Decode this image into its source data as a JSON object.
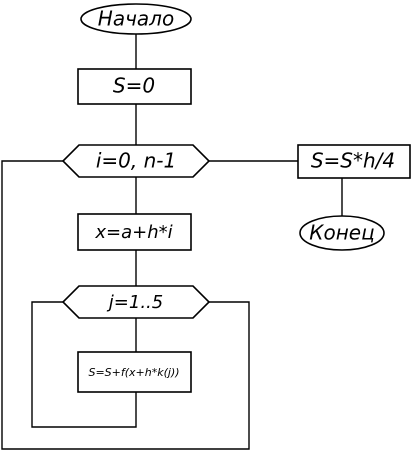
{
  "flowchart": {
    "start": "Начало",
    "init": "S=0",
    "loop_i": "i=0, n-1",
    "assign_x": "x=a+h*i",
    "loop_j": "j=1..5",
    "accumulate": "S=S+f(x+h*k(j))",
    "result": "S=S*h/4",
    "end": "Конец"
  }
}
